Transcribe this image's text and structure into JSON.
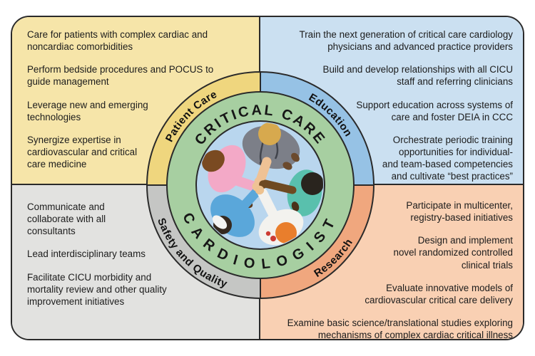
{
  "diagram_title": "Critical Care Cardiologist roles",
  "ring": {
    "top_text": "CRITICAL CARE",
    "bottom_text": "CARDIOLOGIST"
  },
  "quadrants": [
    {
      "id": "patient-care",
      "label": "Patient Care",
      "items": [
        "Care for patients with complex cardiac and\nnoncardiac comorbidities",
        "Perform bedside procedures and POCUS to\nguide management",
        "Leverage new and emerging\ntechnologies",
        "Synergize expertise in\ncardiovascular and critical\ncare medicine"
      ]
    },
    {
      "id": "education",
      "label": "Education",
      "items": [
        "Train the next generation of critical care cardiology\nphysicians and advanced practice providers",
        "Build and develop relationships with all CICU\nstaff and referring clinicians",
        "Support education across systems of\ncare and foster DEIA in CCC",
        "Orchestrate periodic training\nopportunities for individual-\nand team-based competencies\nand cultivate “best practices”"
      ]
    },
    {
      "id": "safety-and-quality",
      "label": "Safety and Quality",
      "items": [
        "Communicate and\ncollaborate with all\nconsultants",
        "Lead interdisciplinary teams",
        "Facilitate CICU morbidity and\nmortality review and other quality\nimprovement initiatives"
      ]
    },
    {
      "id": "research",
      "label": "Research",
      "items": [
        "Participate in multicenter,\nregistry-based initiatives",
        "Design and implement\nnovel randomized controlled\nclinical trials",
        "Evaluate innovative models of\ncardiovascular critical care delivery",
        "Examine basic science/translational studies exploring\nmechanisms of complex cardiac critical illness"
      ]
    }
  ],
  "colors": {
    "patient_care_panel": "#f6e5a9",
    "patient_care_ring": "#efd67e",
    "education_panel": "#cbe0f1",
    "education_ring": "#96c2e5",
    "safety_panel": "#e2e2e0",
    "safety_ring": "#c5c6c4",
    "research_panel": "#f9d0b3",
    "research_ring": "#f0a77e",
    "center_ring_green": "#a7cfa1",
    "center_circle_blue": "#b9d6ee",
    "outline": "#2a2a2a",
    "text": "#1c1c1c"
  }
}
